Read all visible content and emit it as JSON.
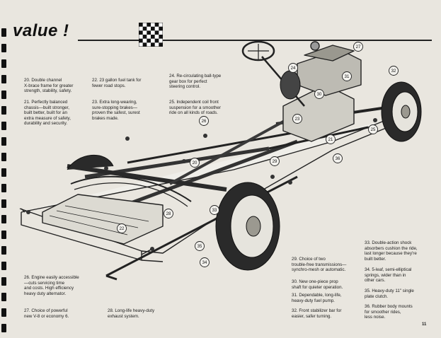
{
  "header": {
    "title": "value !"
  },
  "captions": [
    {
      "id": "c20",
      "text": "20. Double channel\nX-brace frame for greater\nstrength, stability, safety."
    },
    {
      "id": "c21",
      "text": "21. Perfectly balanced\nchassis—built stronger,\nbuilt better, built for an\nextra measure of safety,\ndurability and security."
    },
    {
      "id": "c22",
      "text": "22. 23 gallon fuel tank for\nfewer road stops."
    },
    {
      "id": "c23",
      "text": "23. Extra long-wearing,\nsure-stopping brakes—\nproven the safest, surest\nbrakes made."
    },
    {
      "id": "c24",
      "text": "24. Re-circulating ball-type\ngear box for perfect\nsteering control."
    },
    {
      "id": "c25",
      "text": "25. Independent coil front\nsuspension for a smoother\nride on all kinds of roads."
    },
    {
      "id": "c26",
      "text": "26. Engine easily accessible\n—cuts servicing time\nand costs. High efficiency\nheavy duty alternator."
    },
    {
      "id": "c27",
      "text": "27. Choice of powerful\nnew V-8 or economy 6."
    },
    {
      "id": "c28",
      "text": "28. Long-life heavy-duty\nexhaust system."
    },
    {
      "id": "c29",
      "text": "29. Choice of two\ntrouble-free transmissions—\nsynchro-mesh or automatic."
    },
    {
      "id": "c30",
      "text": "30. New one-piece prop\nshaft for quieter operation."
    },
    {
      "id": "c31",
      "text": "31. Dependable, long-life,\nheavy-duty fuel pump."
    },
    {
      "id": "c32",
      "text": "32. Front stabilizer bar for\neasier, safer turning."
    },
    {
      "id": "c33",
      "text": "33. Double-action shock\nabsorbers cushion the ride,\nlast longer because they're\nbuilt better."
    },
    {
      "id": "c34",
      "text": "34. 5-leaf, semi-elliptical\nsprings, wider than in\nother cars."
    },
    {
      "id": "c35",
      "text": "35. Heavy-duty 11\" single\nplate clutch."
    },
    {
      "id": "c36",
      "text": "36. Rubber body mounts\nfor smoother rides,\nless noise."
    }
  ],
  "callouts": [
    "20",
    "21",
    "22",
    "23",
    "24",
    "25",
    "26",
    "27",
    "28",
    "29",
    "30",
    "31",
    "32",
    "33",
    "34",
    "35",
    "36"
  ],
  "page_number": "11",
  "colors": {
    "ink": "#1b1b1b",
    "paper": "#e9e6df",
    "frame": "#efeee9"
  }
}
